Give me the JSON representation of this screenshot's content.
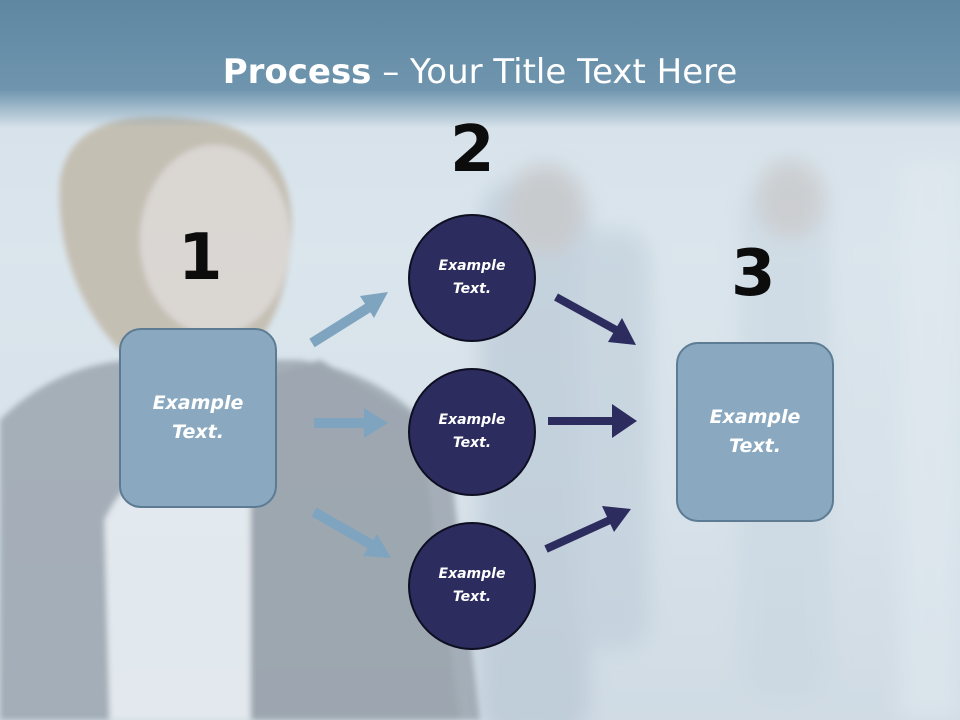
{
  "title": {
    "bold": "Process",
    "rest": " – Your Title Text Here"
  },
  "steps": {
    "one": "1",
    "two": "2",
    "three": "3"
  },
  "left_box": {
    "line1": "Example",
    "line2": "Text."
  },
  "circles": [
    {
      "line1": "Example",
      "line2": "Text."
    },
    {
      "line1": "Example",
      "line2": "Text."
    },
    {
      "line1": "Example",
      "line2": "Text."
    }
  ],
  "right_box": {
    "line1": "Example",
    "line2": "Text."
  },
  "colors": {
    "light_arrow": "#7fa4bf",
    "dark_arrow": "#2c2c5e",
    "box_fill": "#8aa9c0",
    "circle_fill": "#2c2c5e"
  }
}
